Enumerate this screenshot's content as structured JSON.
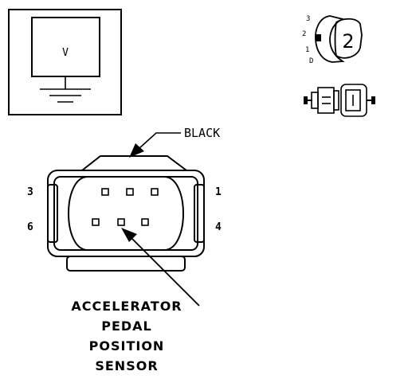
{
  "meter_symbol": {
    "label": "V"
  },
  "connector_view_icon": {
    "pin_labels": [
      "3",
      "2",
      "1",
      "D"
    ],
    "cavity_count": "2"
  },
  "connector": {
    "wire_color_label": "BLACK",
    "pins": {
      "left_top": "3",
      "left_bottom": "6",
      "right_top": "1",
      "right_bottom": "4"
    }
  },
  "caption": {
    "lines": [
      "ACCELERATOR",
      "PEDAL",
      "POSITION",
      "SENSOR"
    ]
  }
}
